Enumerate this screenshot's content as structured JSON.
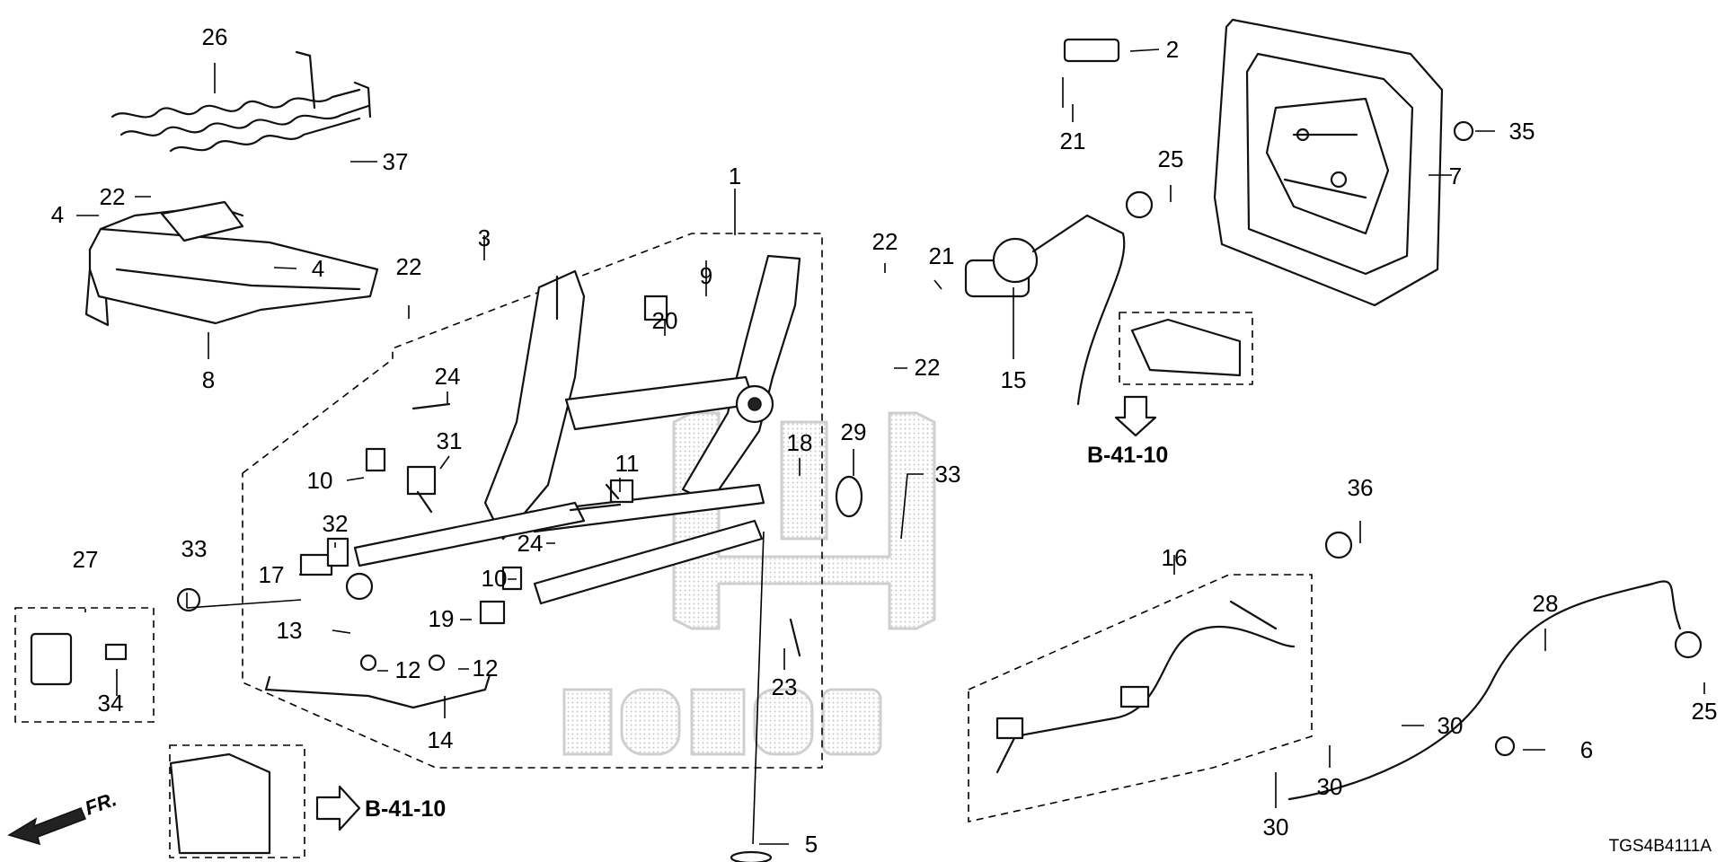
{
  "diagram": {
    "code": "TGS4B4111A",
    "front_label": "FR.",
    "reference": "B-41-10",
    "callouts": [
      "1",
      "2",
      "3",
      "4",
      "4",
      "5",
      "6",
      "7",
      "8",
      "9",
      "10",
      "10",
      "11",
      "12",
      "12",
      "13",
      "14",
      "15",
      "16",
      "17",
      "18",
      "19",
      "20",
      "21",
      "21",
      "22",
      "22",
      "22",
      "22",
      "23",
      "24",
      "24",
      "25",
      "25",
      "26",
      "27",
      "28",
      "29",
      "30",
      "30",
      "30",
      "31",
      "32",
      "33",
      "33",
      "34",
      "35",
      "36",
      "37"
    ]
  }
}
